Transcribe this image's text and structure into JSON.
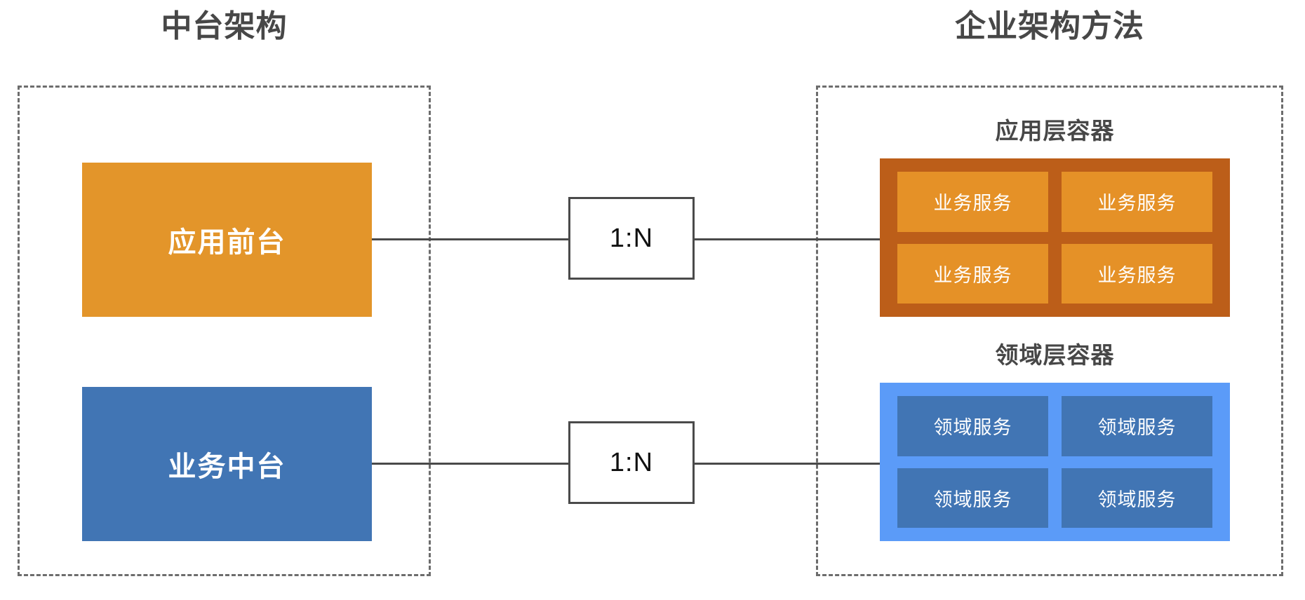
{
  "diagram": {
    "left_panel": {
      "title": "中台架构",
      "blocks": [
        {
          "label": "应用前台",
          "color": "#E3952A"
        },
        {
          "label": "业务中台",
          "color": "#4175B4"
        }
      ]
    },
    "connectors": [
      {
        "label": "1:N"
      },
      {
        "label": "1:N"
      }
    ],
    "right_panel": {
      "title": "企业架构方法",
      "containers": [
        {
          "label": "应用层容器",
          "color": "#BC5E19",
          "cell_color": "#E59127",
          "cells": [
            "业务服务",
            "业务服务",
            "业务服务",
            "业务服务"
          ]
        },
        {
          "label": "领域层容器",
          "color": "#5B9BF8",
          "cell_color": "#4175B4",
          "cells": [
            "领域服务",
            "领域服务",
            "领域服务",
            "领域服务"
          ]
        }
      ]
    },
    "colors": {
      "frame_border": "#6d6d6d",
      "line": "#4a4a4a",
      "title_text": "#474747",
      "background": "#ffffff"
    }
  }
}
